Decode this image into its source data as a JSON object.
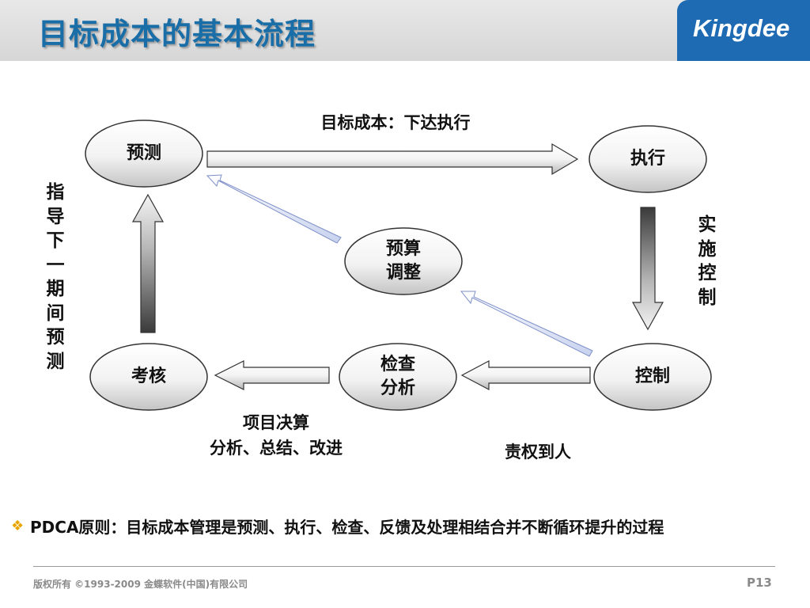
{
  "header": {
    "title": "目标成本的基本流程",
    "logo": "Kingdee"
  },
  "diagram": {
    "nodes": {
      "forecast": "预测",
      "execute": "执行",
      "budget_adjust": "预算\n调整",
      "assess": "考核",
      "inspect_analyze": "检查\n分析",
      "control": "控制"
    },
    "labels": {
      "target_cost_issue": "目标成本：下达执行",
      "implement_control": "实施控制",
      "guide_next_forecast": "指导下一期间预测",
      "settlement_analysis": "项目决算\n分析、总结、改进",
      "responsibility": "责权到人"
    }
  },
  "bullet": {
    "icon": "diamond-cluster-icon",
    "text": "PDCA原则：目标成本管理是预测、执行、检查、反馈及处理相结合并不断循环提升的过程"
  },
  "footer": {
    "copyright": "版权所有 ©1993-2009 金蝶软件(中国)有限公司",
    "page": "P13"
  },
  "colors": {
    "title": "#1a6ea8",
    "logo_bg": "#1e6ab3",
    "bullet_icon": "#e8a400"
  }
}
